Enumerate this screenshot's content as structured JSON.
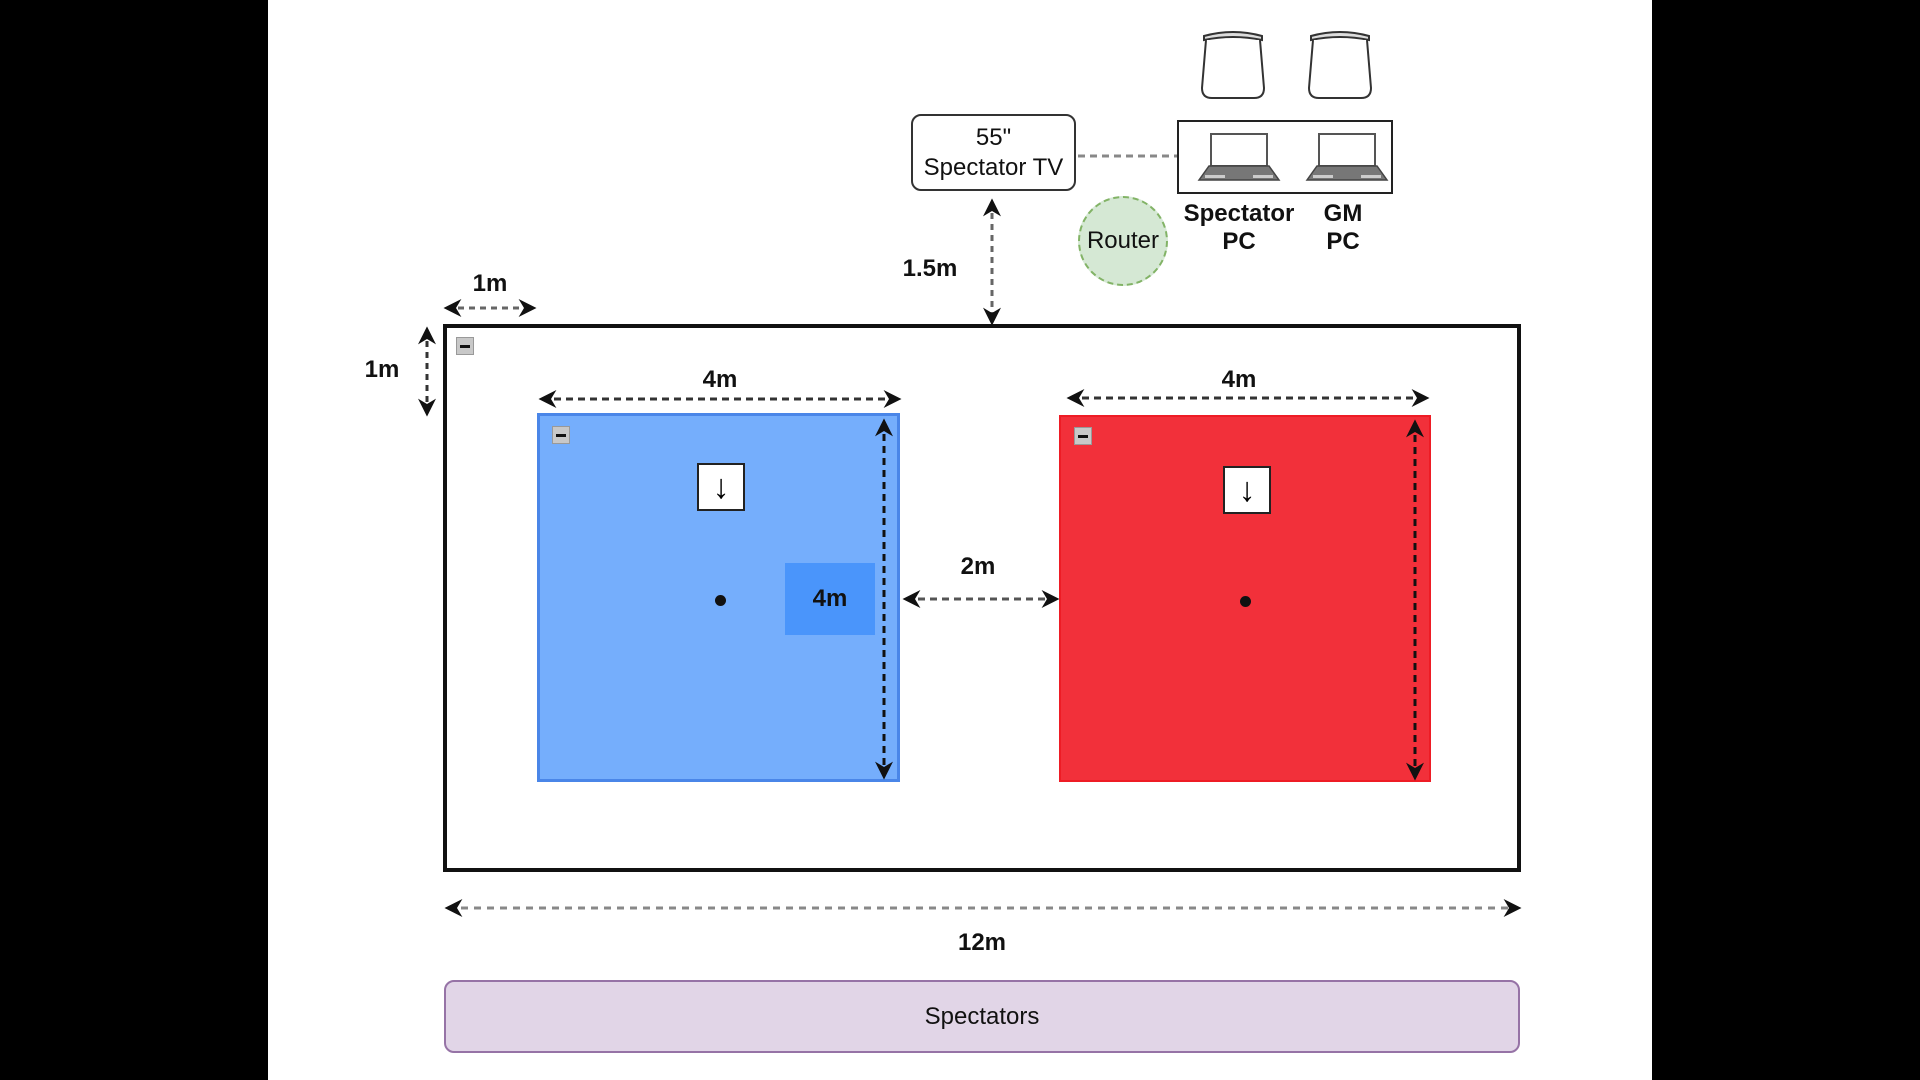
{
  "diagram": {
    "title": "",
    "tv": {
      "line1": "55\"",
      "line2": "Spectator TV"
    },
    "router": {
      "label": "Router"
    },
    "pcs": [
      {
        "line1": "Spectator",
        "line2": "PC",
        "icon": "laptop-icon"
      },
      {
        "line1": "GM",
        "line2": "PC",
        "icon": "laptop-icon"
      }
    ],
    "chairs": [
      {
        "icon": "chair-icon"
      },
      {
        "icon": "chair-icon"
      }
    ],
    "dimensions": {
      "tv_distance": "1.5m",
      "margin_horizontal": "1m",
      "margin_vertical": "1m",
      "blue_width": "4m",
      "blue_height": "4m",
      "red_width": "4m",
      "gap": "2m",
      "total_width": "12m"
    },
    "zones": [
      {
        "name": "blue-zone",
        "color": "#75aefc",
        "border": "#4a86e8",
        "direction_icon": "↓"
      },
      {
        "name": "red-zone",
        "color": "#f2303a",
        "border": "#ee1c25",
        "direction_icon": "↓"
      }
    ],
    "spectators": {
      "label": "Spectators",
      "color": "#e1d5e7"
    },
    "colors": {
      "router_fill": "#d5e8d4",
      "router_stroke": "#82b366"
    }
  }
}
